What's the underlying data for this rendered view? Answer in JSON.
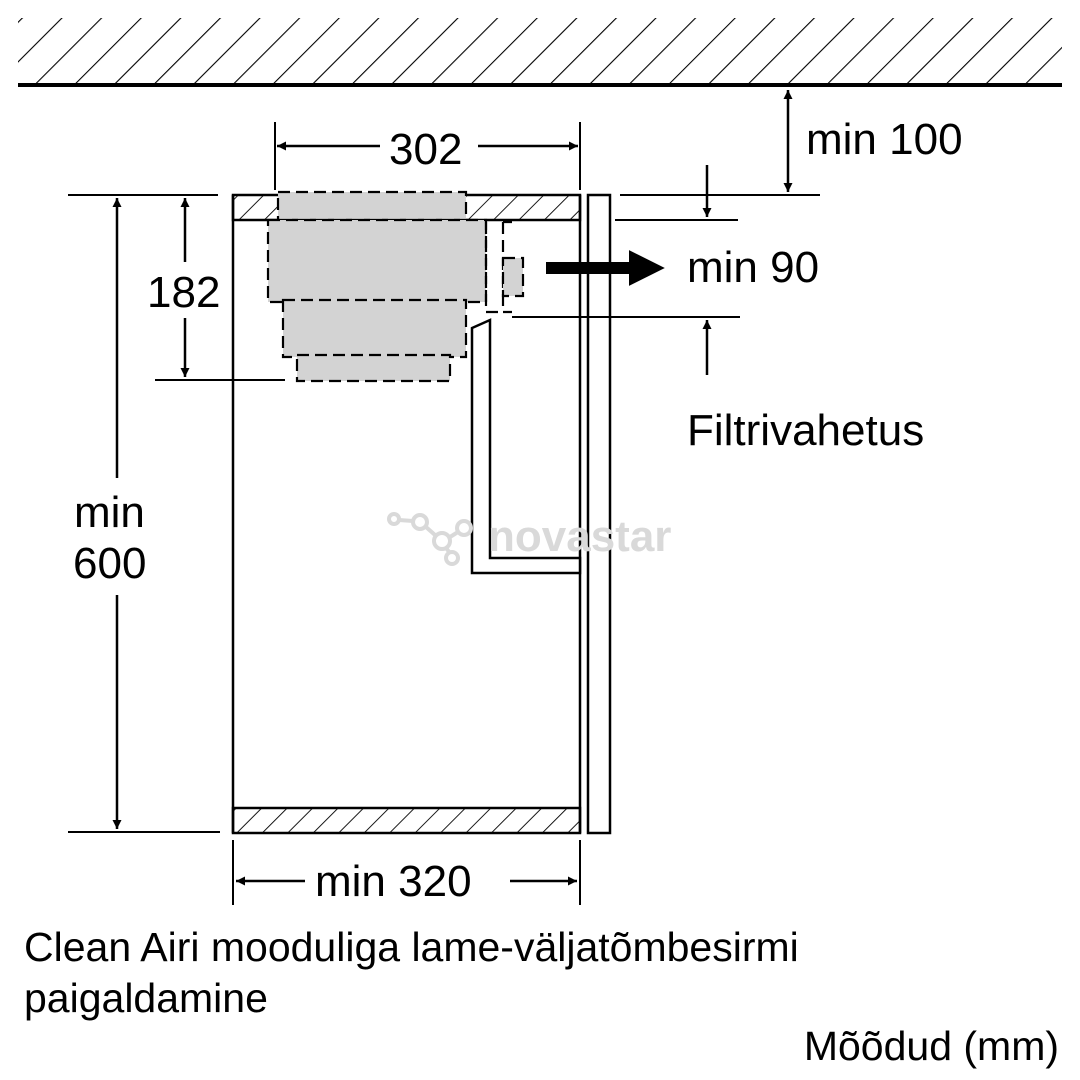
{
  "dimensions": {
    "width_top": "302",
    "ceiling_clearance": "min 100",
    "outlet_clearance": "min 90",
    "module_height": "182",
    "cabinet_height_line1": "min",
    "cabinet_height_line2": "600",
    "cabinet_width": "min 320"
  },
  "labels": {
    "filter_change": "Filtrivahetus"
  },
  "caption": {
    "line1": "Clean Airi mooduliga lame-väljatõmbesirmi",
    "line2": "paigaldamine",
    "units": "Mõõdud (mm)"
  },
  "watermark": {
    "text": "novastar",
    "icon": "molecule-icon"
  },
  "colors": {
    "line": "#000000",
    "module_fill": "#d3d3d3",
    "watermark": "#d9d9d9"
  }
}
